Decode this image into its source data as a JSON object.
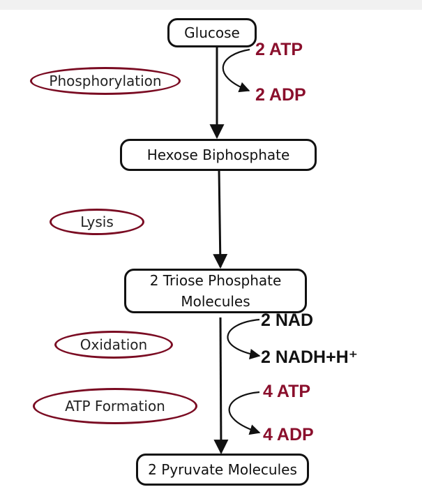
{
  "colors": {
    "accent": "#8a0f2c",
    "oval_border": "#7a0b22",
    "line": "#111111"
  },
  "boxes": {
    "glucose": "Glucose",
    "hexose": "Hexose Biphosphate",
    "triose_line1": "2 Triose Phosphate",
    "triose_line2": "Molecules",
    "pyruvate": "2 Pyruvate Molecules"
  },
  "stages": {
    "phosphorylation": "Phosphorylation",
    "lysis": "Lysis",
    "oxidation": "Oxidation",
    "atp_formation": "ATP Formation"
  },
  "side_labels": {
    "atp_in": "2 ATP",
    "adp_out": "2 ADP",
    "nad_in": "2 NAD",
    "nadh_out": "2 NADH+H⁺",
    "atp_out": "4 ATP",
    "adp_in": "4 ADP"
  }
}
